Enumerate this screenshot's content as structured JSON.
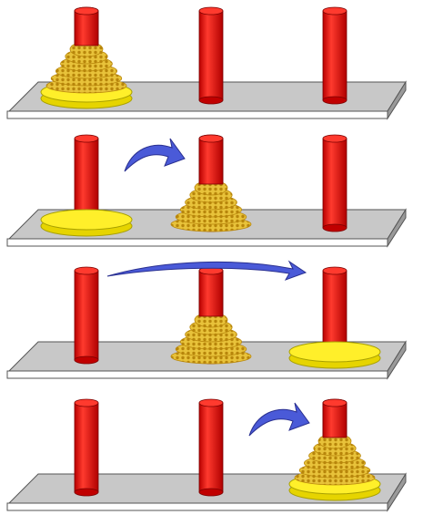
{
  "colors": {
    "background": "#ffffff",
    "shelf_top": "#c8c8c8",
    "shelf_front": "#ffffff",
    "shelf_side": "#9a9a9a",
    "shelf_outline": "#555555",
    "peg_body": "#e60000",
    "peg_top": "#ff3a2e",
    "peg_outline": "#7a0000",
    "disk_yellow": "#ffef2a",
    "disk_yellow_outline": "#a8a000",
    "disk_stack_fill": "#e8c23a",
    "disk_stack_dot": "#b8860b",
    "arrow_blue": "#4a5ad8",
    "arrow_outline": "#2a3090"
  },
  "diagram": {
    "subject": "towers-of-hanoi",
    "peg_count": 3,
    "panels": [
      {
        "step": 1,
        "pegs": [
          {
            "stack": "large-base-plus-small-disks"
          },
          {
            "stack": "empty"
          },
          {
            "stack": "empty"
          }
        ],
        "move": null
      },
      {
        "step": 2,
        "pegs": [
          {
            "stack": "large-base-only"
          },
          {
            "stack": "small-disks"
          },
          {
            "stack": "empty"
          }
        ],
        "move": {
          "from": 1,
          "to": 2,
          "style": "short-curved"
        }
      },
      {
        "step": 3,
        "pegs": [
          {
            "stack": "empty"
          },
          {
            "stack": "small-disks"
          },
          {
            "stack": "large-base-only"
          }
        ],
        "move": {
          "from": 1,
          "to": 3,
          "style": "long-sweep"
        }
      },
      {
        "step": 4,
        "pegs": [
          {
            "stack": "empty"
          },
          {
            "stack": "empty"
          },
          {
            "stack": "large-base-plus-small-disks"
          }
        ],
        "move": {
          "from": 2,
          "to": 3,
          "style": "short-curved"
        }
      }
    ]
  }
}
